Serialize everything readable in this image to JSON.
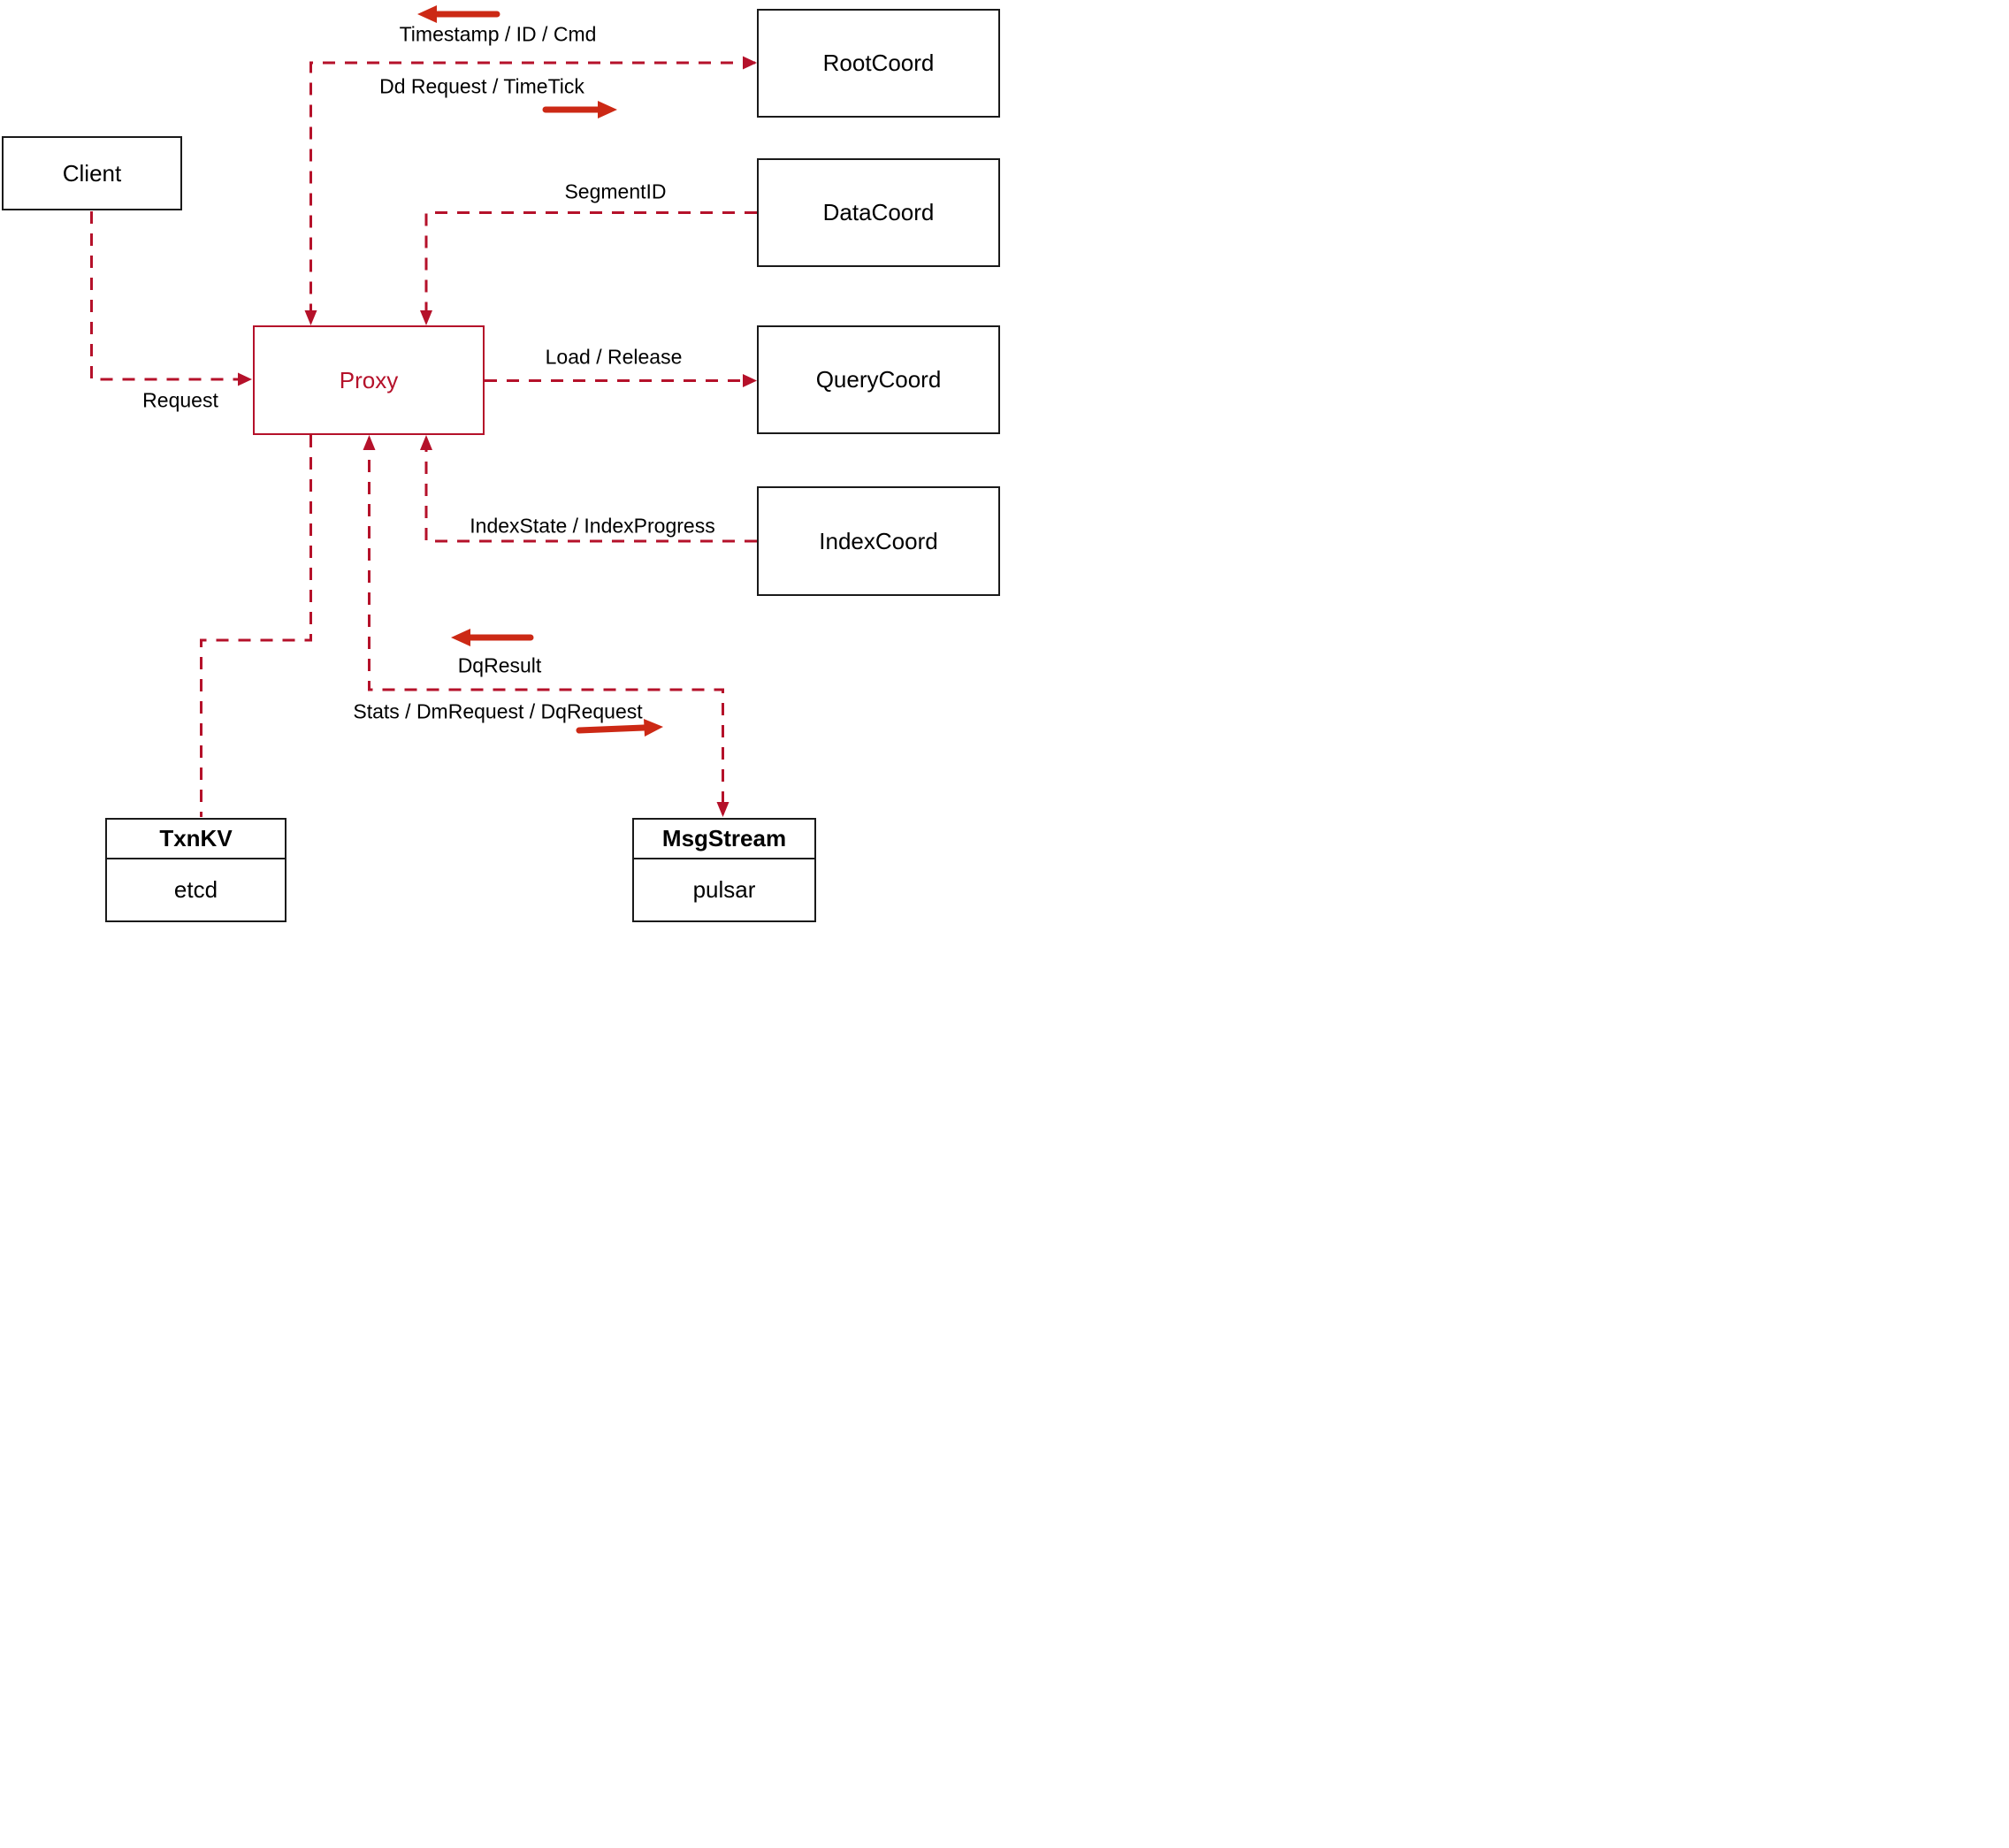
{
  "diagram": {
    "nodes": {
      "client": {
        "label": "Client"
      },
      "rootcoord": {
        "label": "RootCoord"
      },
      "datacoord": {
        "label": "DataCoord"
      },
      "querycoord": {
        "label": "QueryCoord"
      },
      "indexcoord": {
        "label": "IndexCoord"
      },
      "proxy": {
        "label": "Proxy"
      },
      "txnkv": {
        "label": "TxnKV",
        "sublabel": "etcd"
      },
      "msgstream": {
        "label": "MsgStream",
        "sublabel": "pulsar"
      }
    },
    "edge_labels": {
      "proxy_to_rootcoord_up": "Timestamp / ID / Cmd",
      "proxy_to_rootcoord_down": "Dd Request / TimeTick",
      "datacoord_to_proxy": "SegmentID",
      "proxy_to_querycoord": "Load / Release",
      "client_to_proxy": "Request",
      "indexcoord_to_proxy": "IndexState / IndexProgress",
      "msgstream_to_proxy": "DqResult",
      "proxy_to_msgstream": "Stats / DmRequest / DqRequest"
    },
    "colors": {
      "dashed_line": "#b5112a",
      "solid_label_arrow": "#cc2915",
      "node_border": "#1a1a1a",
      "proxy_accent": "#b5112a",
      "background": "#ffffff",
      "text": "#000000"
    }
  }
}
